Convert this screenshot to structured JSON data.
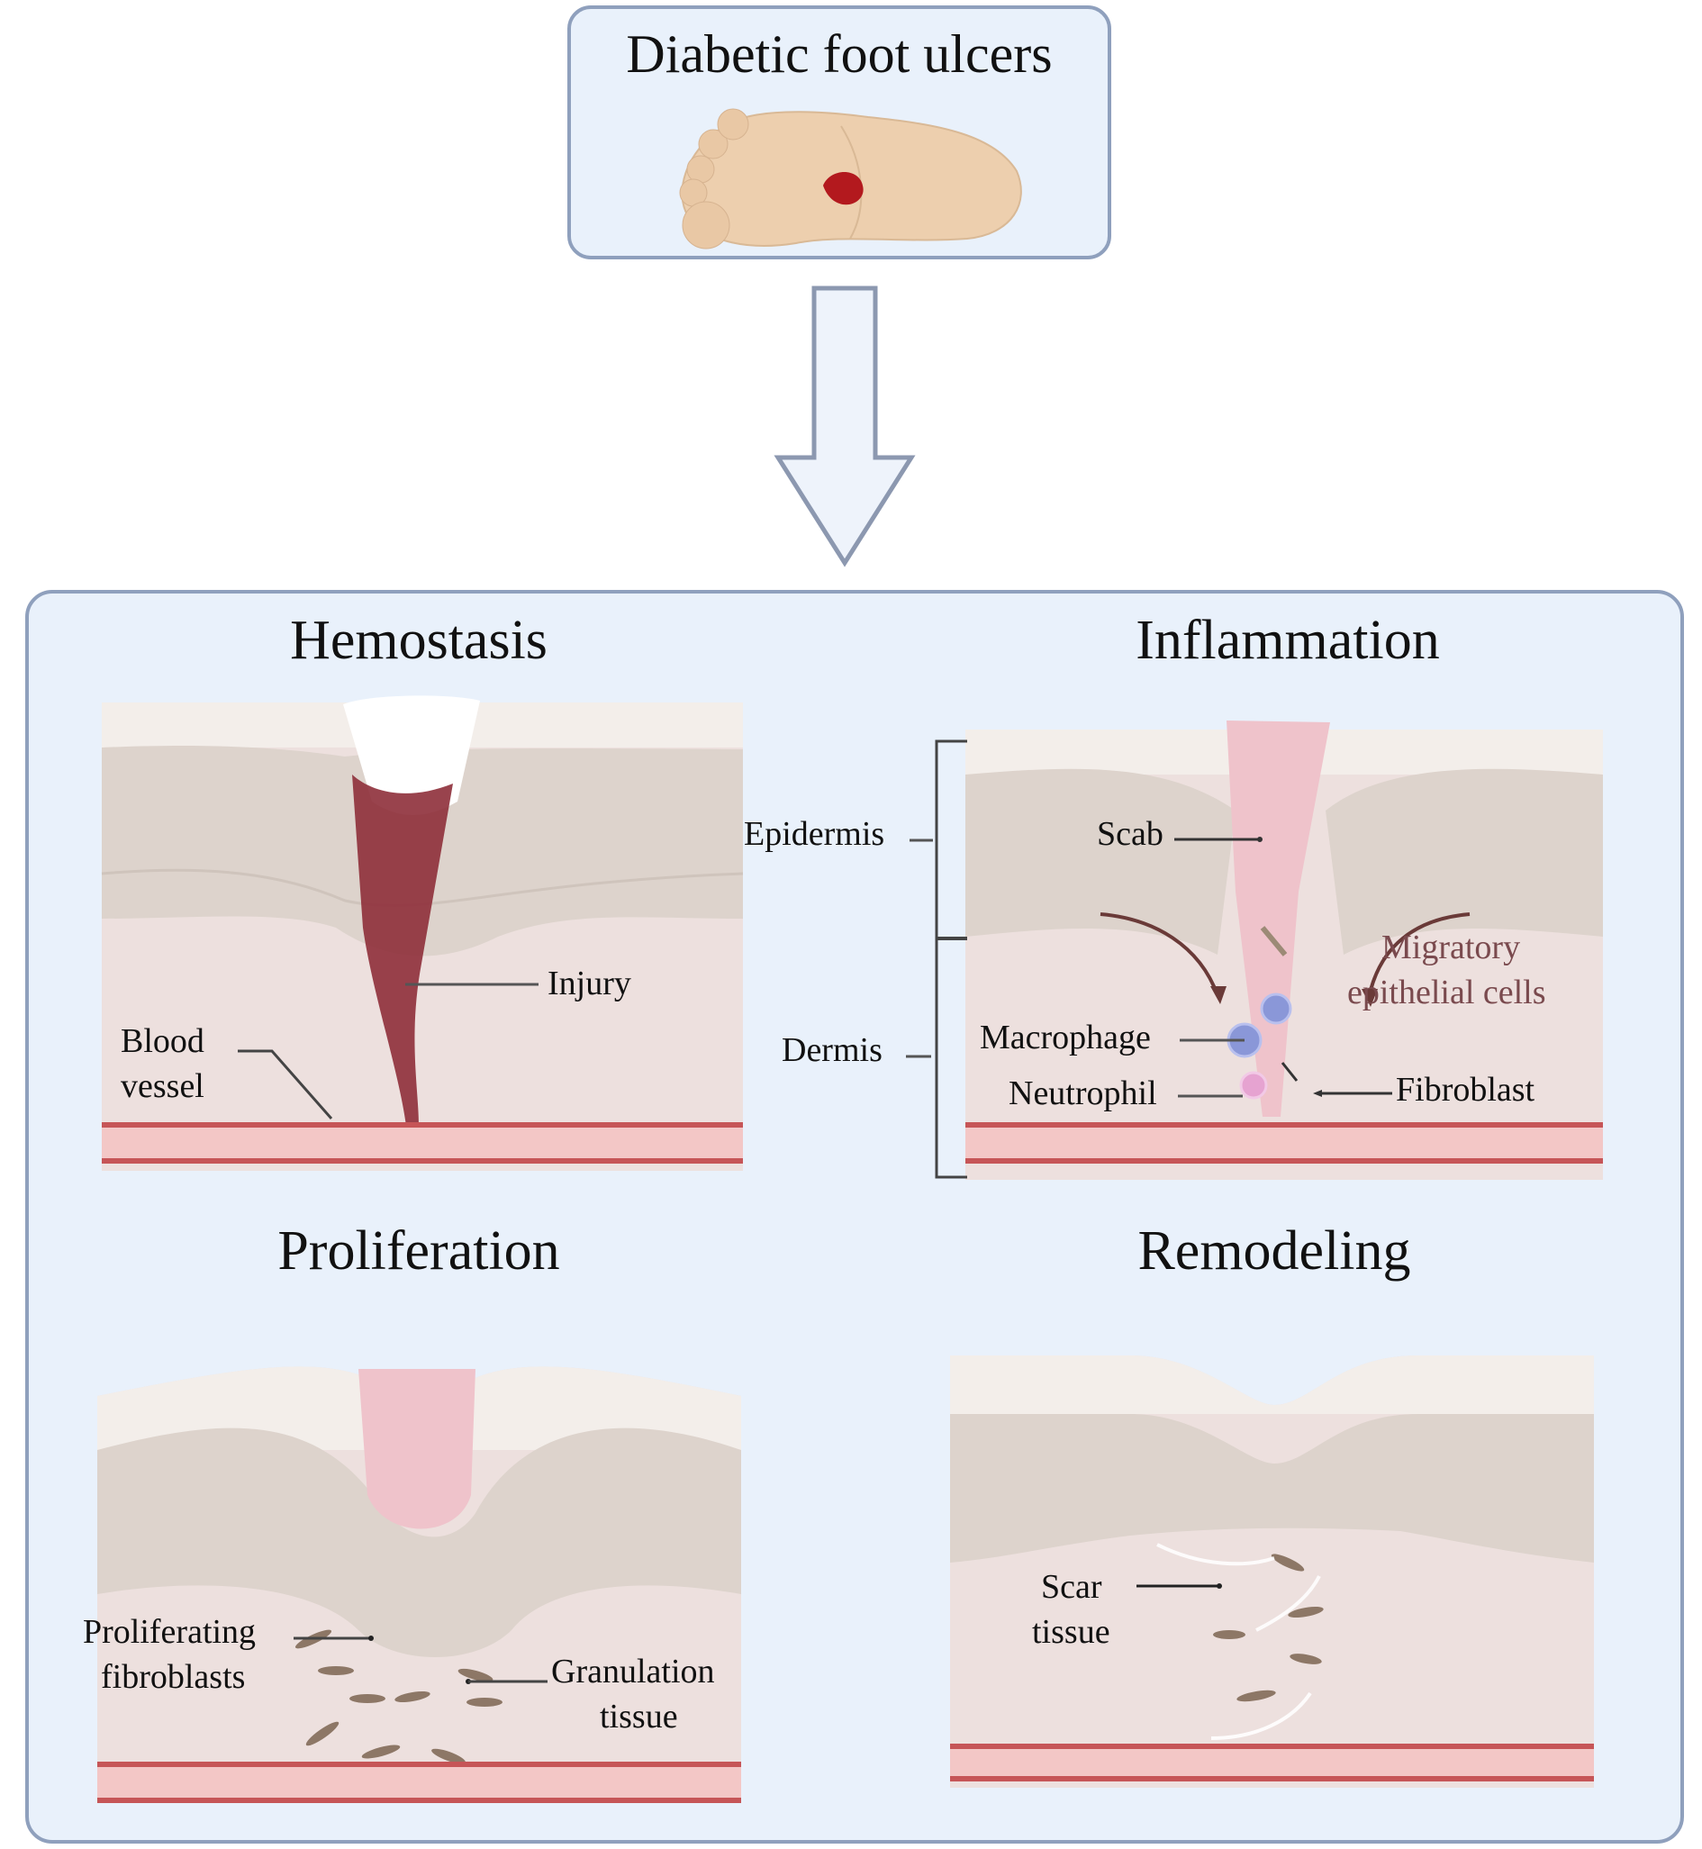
{
  "header": {
    "title": "Diabetic foot ulcers",
    "icon": "foot-with-ulcer-icon"
  },
  "flow_arrow": {
    "direction": "down",
    "icon": "down-arrow-icon"
  },
  "colors": {
    "box_fill": "#e9f1fb",
    "box_border": "#8fa0bd",
    "skin_top": "#f1ece8",
    "epidermis": "#ddd3cc",
    "dermis": "#ede0de",
    "blood_vessel": "#e39a9c",
    "vessel_edge": "#c65557",
    "injury": "#8e2f3a",
    "scab_pink": "#efc3cb",
    "ulcer": "#b3191e",
    "foot": "#edcfae",
    "migratory_text": "#7a4a4e"
  },
  "stages": [
    {
      "title": "Hemostasis",
      "labels": [
        "Injury",
        "Blood vessel"
      ]
    },
    {
      "title": "Inflammation",
      "labels": [
        "Epidermis",
        "Dermis",
        "Scab",
        "Migratory epithelial cells",
        "Macrophage",
        "Neutrophil",
        "Fibroblast"
      ]
    },
    {
      "title": "Proliferation",
      "labels": [
        "Proliferating fibroblasts",
        "Granulation tissue"
      ]
    },
    {
      "title": "Remodeling",
      "labels": [
        "Scar tissue"
      ]
    }
  ],
  "labels": {
    "injury": "Injury",
    "blood": "Blood",
    "vessel": "vessel",
    "epidermis": "Epidermis",
    "dermis": "Dermis",
    "scab": "Scab",
    "migratory_1": "Migratory",
    "migratory_2": "epithelial cells",
    "macrophage": "Macrophage",
    "neutrophil": "Neutrophil",
    "fibroblast": "Fibroblast",
    "proliferating_1": "Proliferating",
    "proliferating_2": "fibroblasts",
    "granulation_1": "Granulation",
    "granulation_2": "tissue",
    "scar_1": "Scar",
    "scar_2": "tissue"
  }
}
